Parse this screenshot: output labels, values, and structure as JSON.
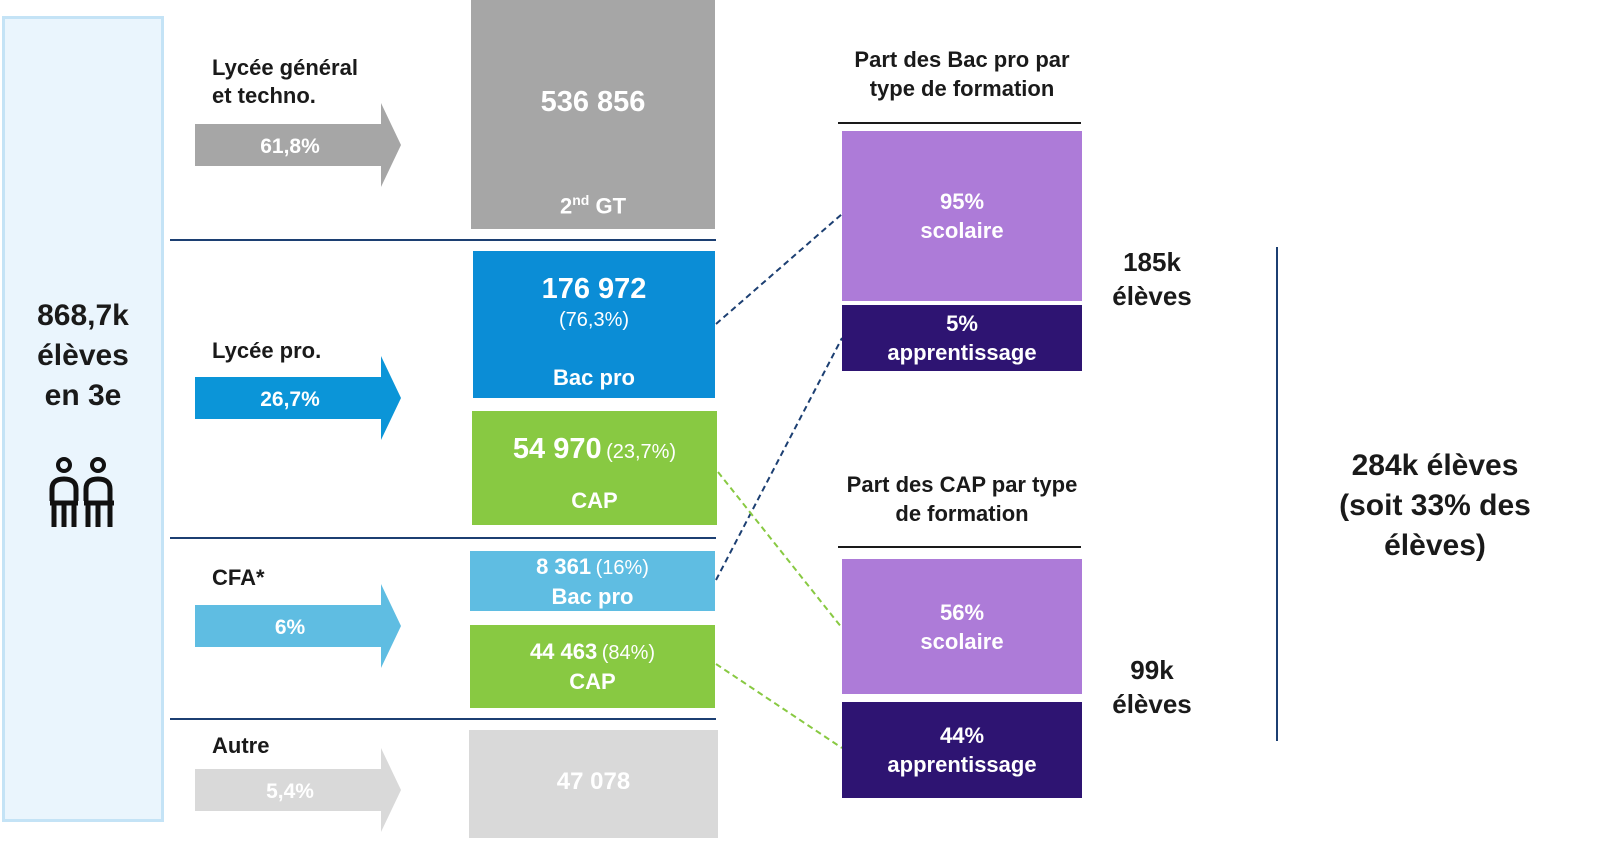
{
  "total": {
    "line1": "868,7k",
    "line2": "élèves",
    "line3": "en 3e",
    "icon": "people-icon"
  },
  "routes": {
    "general": {
      "label_line1": "Lycée général",
      "label_line2": "et techno.",
      "pct": "61,8%",
      "color": "#a6a6a6"
    },
    "pro": {
      "label": "Lycée pro.",
      "pct": "26,7%",
      "color": "#0b95d8"
    },
    "cfa": {
      "label": "CFA*",
      "pct": "6%",
      "color": "#5fbde2"
    },
    "autre": {
      "label": "Autre",
      "pct": "5,4%",
      "color": "#d9d9d9"
    }
  },
  "boxes": {
    "gt": {
      "value": "536 856",
      "label_main": "2",
      "label_sup": "nd",
      "label_rest": " GT",
      "color": "#a6a6a6"
    },
    "pro_bac": {
      "value": "176 972",
      "pct": "(76,3%)",
      "label": "Bac pro",
      "color": "#0b8dd6"
    },
    "pro_cap": {
      "value": "54 970",
      "pct": "(23,7%)",
      "label": "CAP",
      "color": "#88c942"
    },
    "cfa_bac": {
      "value": "8 361",
      "pct": "(16%)",
      "label": "Bac pro",
      "color": "#5fbde2"
    },
    "cfa_cap": {
      "value": "44 463",
      "pct": "(84%)",
      "label": "CAP",
      "color": "#88c942"
    },
    "autre": {
      "value": "47 078",
      "color": "#d9d9d9"
    }
  },
  "bacpro_split": {
    "title_line1": "Part des Bac pro par",
    "title_line2": "type de formation",
    "scolaire_pct": "95%",
    "scolaire_label": "scolaire",
    "apprent_pct": "5%",
    "apprent_label": "apprentissage",
    "count_line1": "185k",
    "count_line2": "élèves"
  },
  "cap_split": {
    "title_line1": "Part des CAP par type",
    "title_line2": "de formation",
    "scolaire_pct": "56%",
    "scolaire_label": "scolaire",
    "apprent_pct": "44%",
    "apprent_label": "apprentissage",
    "count_line1": "99k",
    "count_line2": "élèves"
  },
  "grand_total": {
    "line1": "284k élèves",
    "line2": "(soit 33% des",
    "line3": "élèves)"
  },
  "colors": {
    "purple_light": "#ad7bd8",
    "purple_dark": "#2e1472",
    "navy": "#1c3f72",
    "link_green": "#88c942"
  }
}
